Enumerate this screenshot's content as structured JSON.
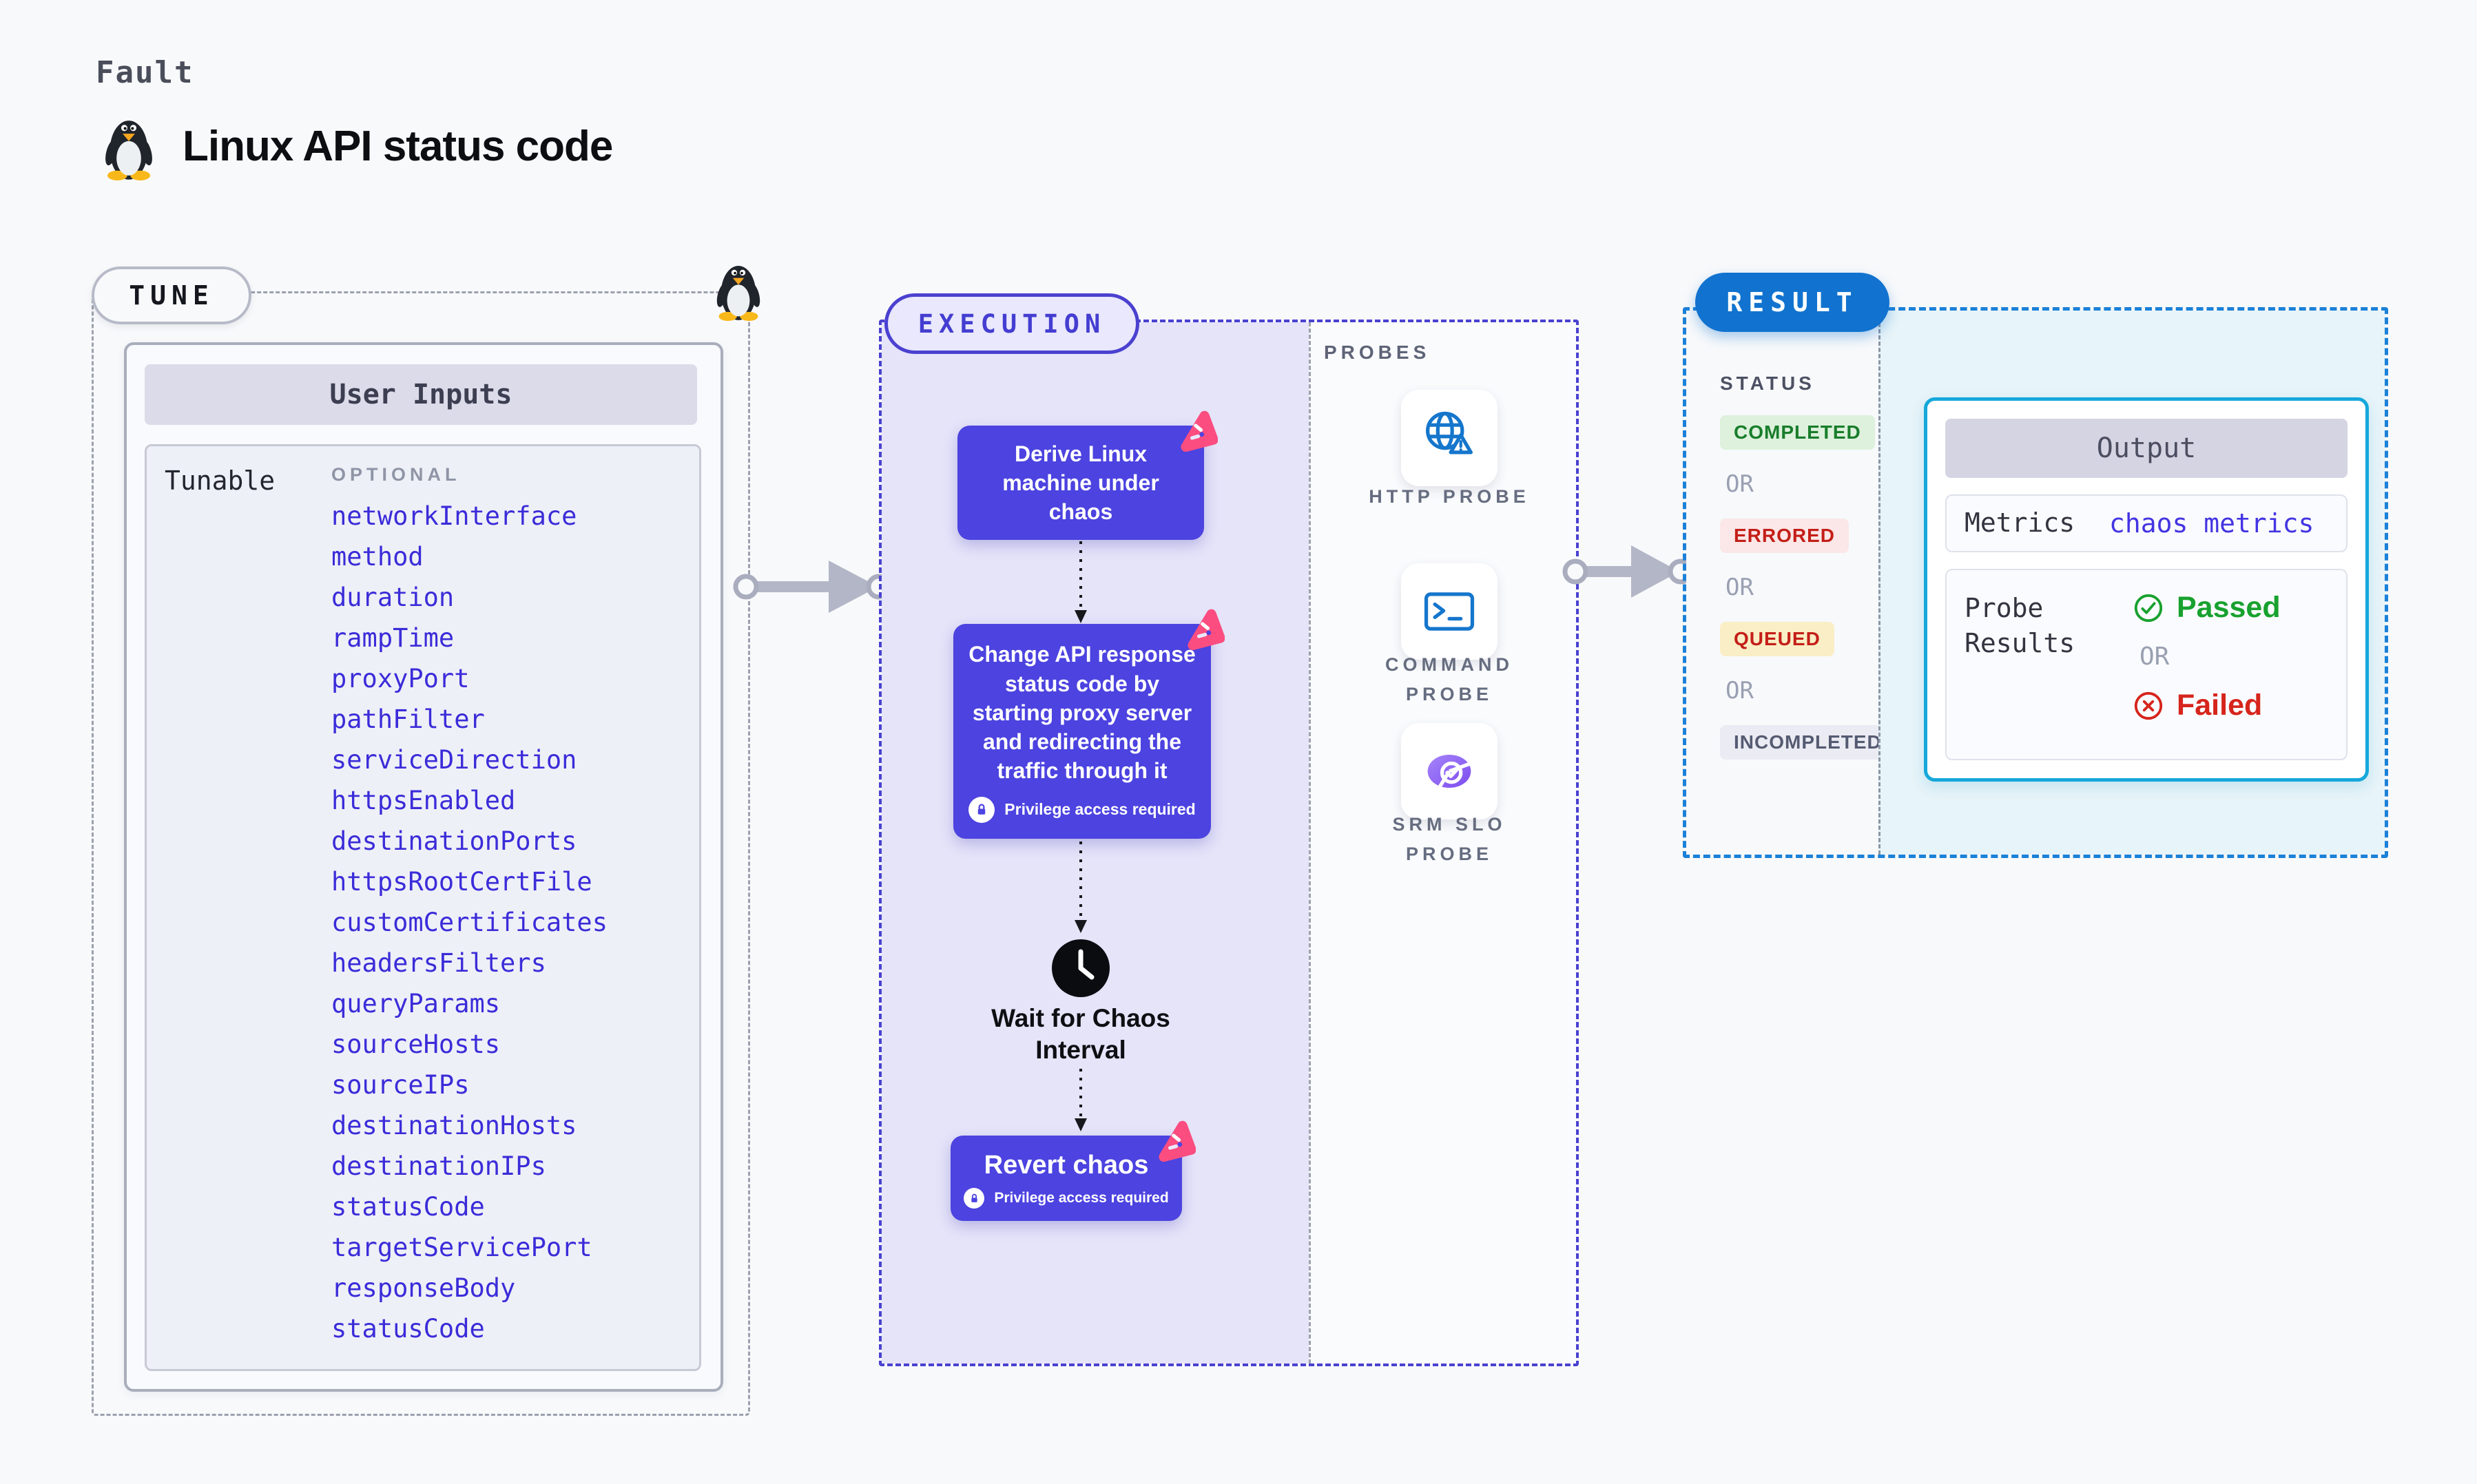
{
  "page": {
    "kicker": "Fault",
    "title": "Linux API status code"
  },
  "tune": {
    "badge": "TUNE",
    "card_title": "User Inputs",
    "column_label": "Tunable",
    "optional_label": "OPTIONAL",
    "tunables": [
      "networkInterface",
      "method",
      "duration",
      "rampTime",
      "proxyPort",
      "pathFilter",
      "serviceDirection",
      "httpsEnabled",
      "destinationPorts",
      "httpsRootCertFile",
      "customCertificates",
      "headersFilters",
      "queryParams",
      "sourceHosts",
      "sourceIPs",
      "destinationHosts",
      "destinationIPs",
      "statusCode",
      "targetServicePort",
      "responseBody",
      "statusCode"
    ]
  },
  "execution": {
    "badge": "EXECUTION",
    "privilege_note": "Privilege access required",
    "steps": {
      "derive": "Derive Linux machine under chaos",
      "change": "Change API response status code by starting proxy server and redirecting the traffic through it",
      "wait": "Wait for Chaos Interval",
      "revert": "Revert chaos"
    }
  },
  "probes": {
    "label": "PROBES",
    "items": [
      {
        "name": "HTTP PROBE",
        "lines": [
          "HTTP PROBE"
        ],
        "icon": "globe-alert-icon"
      },
      {
        "name": "COMMAND PROBE",
        "lines": [
          "COMMAND",
          "PROBE"
        ],
        "icon": "terminal-icon"
      },
      {
        "name": "SRM SLO PROBE",
        "lines": [
          "SRM SLO",
          "PROBE"
        ],
        "icon": "slo-pie-icon"
      }
    ]
  },
  "result": {
    "badge": "RESULT",
    "status_label": "STATUS",
    "or_label": "OR",
    "statuses": [
      {
        "label": "COMPLETED",
        "fg": "#187d2b",
        "bg": "#ddf1dc"
      },
      {
        "label": "ERRORED",
        "fg": "#c41e18",
        "bg": "#fbe7e7"
      },
      {
        "label": "QUEUED",
        "fg": "#c41e18",
        "bg": "#f9eec5"
      },
      {
        "label": "INCOMPLETED",
        "fg": "#555b72",
        "bg": "#ebecf3"
      }
    ],
    "output": {
      "title": "Output",
      "metrics_label": "Metrics",
      "metrics_value": "chaos metrics",
      "probe_results_label": "Probe Results",
      "passed_label": "Passed",
      "or_label": "OR",
      "failed_label": "Failed"
    }
  },
  "colors": {
    "page_bg": "#f8f9fb",
    "indigo": "#4c43e0",
    "indigo_border": "#4a41d0",
    "lavender_bg": "#e5e4f9",
    "chaos_pink": "#fb4d80",
    "result_badge_blue": "#1173cf",
    "result_dash_blue": "#1b81d8",
    "output_cyan": "#16a8da",
    "output_bg_cyan": "#e7f4f9",
    "tunable_link_blue": "#3b2cd9",
    "probe_icon_blue": "#1576cc",
    "slo_purple": "#7c4dee",
    "passed_green": "#18a12e",
    "failed_red": "#d6251c"
  }
}
